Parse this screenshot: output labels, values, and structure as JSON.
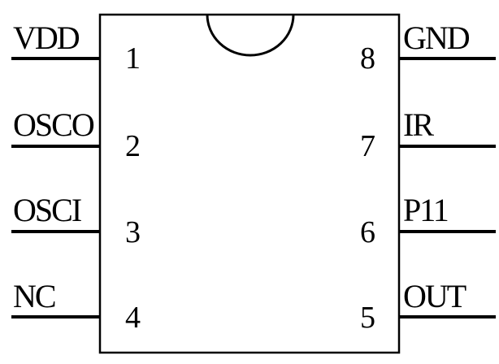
{
  "ic": {
    "colors": {
      "stroke": "#000000",
      "background": "#ffffff"
    },
    "left_pins": [
      {
        "number": "1",
        "label": "VDD"
      },
      {
        "number": "2",
        "label": "OSCO"
      },
      {
        "number": "3",
        "label": "OSCI"
      },
      {
        "number": "4",
        "label": "NC"
      }
    ],
    "right_pins": [
      {
        "number": "8",
        "label": "GND"
      },
      {
        "number": "7",
        "label": "IR"
      },
      {
        "number": "6",
        "label": "P11"
      },
      {
        "number": "5",
        "label": "OUT"
      }
    ]
  }
}
